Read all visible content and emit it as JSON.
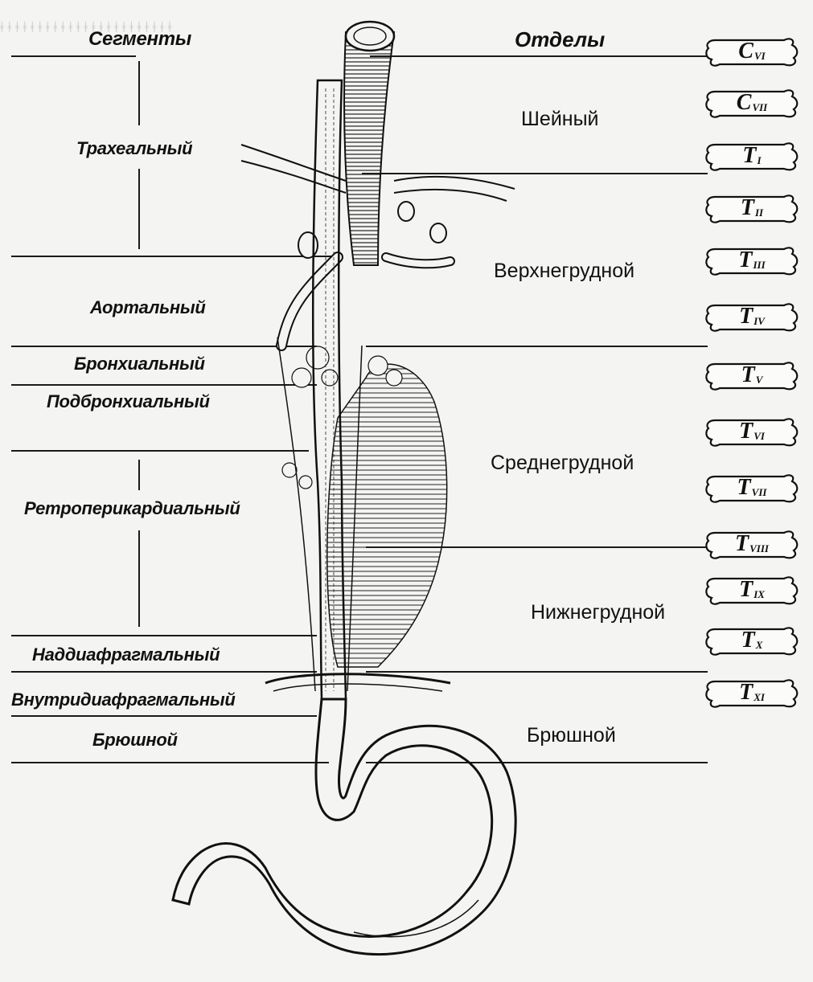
{
  "segments_header": "Сегменты",
  "divisions_header": "Отделы",
  "segments": [
    {
      "label": "Трахеальный"
    },
    {
      "label": "Аортальный"
    },
    {
      "label": "Бронхиальный"
    },
    {
      "label": "Подбронхиальный"
    },
    {
      "label": "Ретроперикардиальный"
    },
    {
      "label": "Наддиафрагмальный"
    },
    {
      "label": "Внутридиафрагмальный"
    },
    {
      "label": "Брюшной"
    }
  ],
  "divisions": [
    {
      "label": "Шейный"
    },
    {
      "label": "Верхнегрудной"
    },
    {
      "label": "Среднегрудной"
    },
    {
      "label": "Нижнегрудной"
    },
    {
      "label": "Брюшной"
    }
  ],
  "vertebrae": [
    {
      "letter": "C",
      "num": "VI"
    },
    {
      "letter": "C",
      "num": "VII"
    },
    {
      "letter": "T",
      "num": "I"
    },
    {
      "letter": "T",
      "num": "II"
    },
    {
      "letter": "T",
      "num": "III"
    },
    {
      "letter": "T",
      "num": "IV"
    },
    {
      "letter": "T",
      "num": "V"
    },
    {
      "letter": "T",
      "num": "VI"
    },
    {
      "letter": "T",
      "num": "VII"
    },
    {
      "letter": "T",
      "num": "VIII"
    },
    {
      "letter": "T",
      "num": "IX"
    },
    {
      "letter": "T",
      "num": "X"
    },
    {
      "letter": "T",
      "num": "XI"
    }
  ]
}
